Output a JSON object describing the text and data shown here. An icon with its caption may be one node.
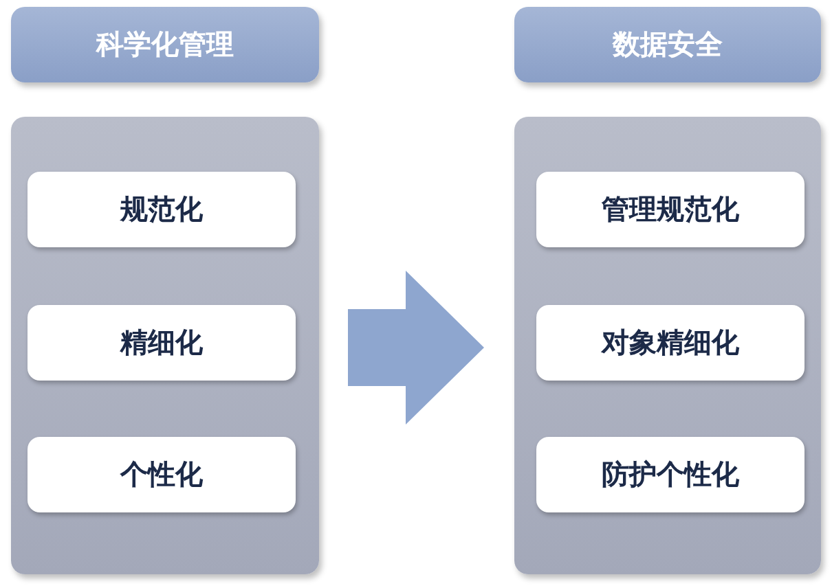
{
  "diagram": {
    "nodes": [
      {
        "text": [
          "科学化管理"
        ]
      },
      {
        "text": [],
        "shape": "box"
      },
      {
        "text": [
          "规范化"
        ],
        "in": 1
      },
      {
        "text": [
          "精细化"
        ],
        "in": 1
      },
      {
        "text": [
          "个性化"
        ],
        "in": 1
      },
      {
        "text": [
          "数据安全"
        ]
      },
      {
        "text": [],
        "shape": "box"
      },
      {
        "text": [
          "管理规范化"
        ],
        "in": 6
      },
      {
        "text": [
          "对象精细化"
        ],
        "in": 6
      },
      {
        "text": [
          "防护个性化"
        ],
        "in": 6
      }
    ],
    "edges": [
      {
        "from": 1,
        "to": 6,
        "arrow": "to"
      }
    ]
  }
}
